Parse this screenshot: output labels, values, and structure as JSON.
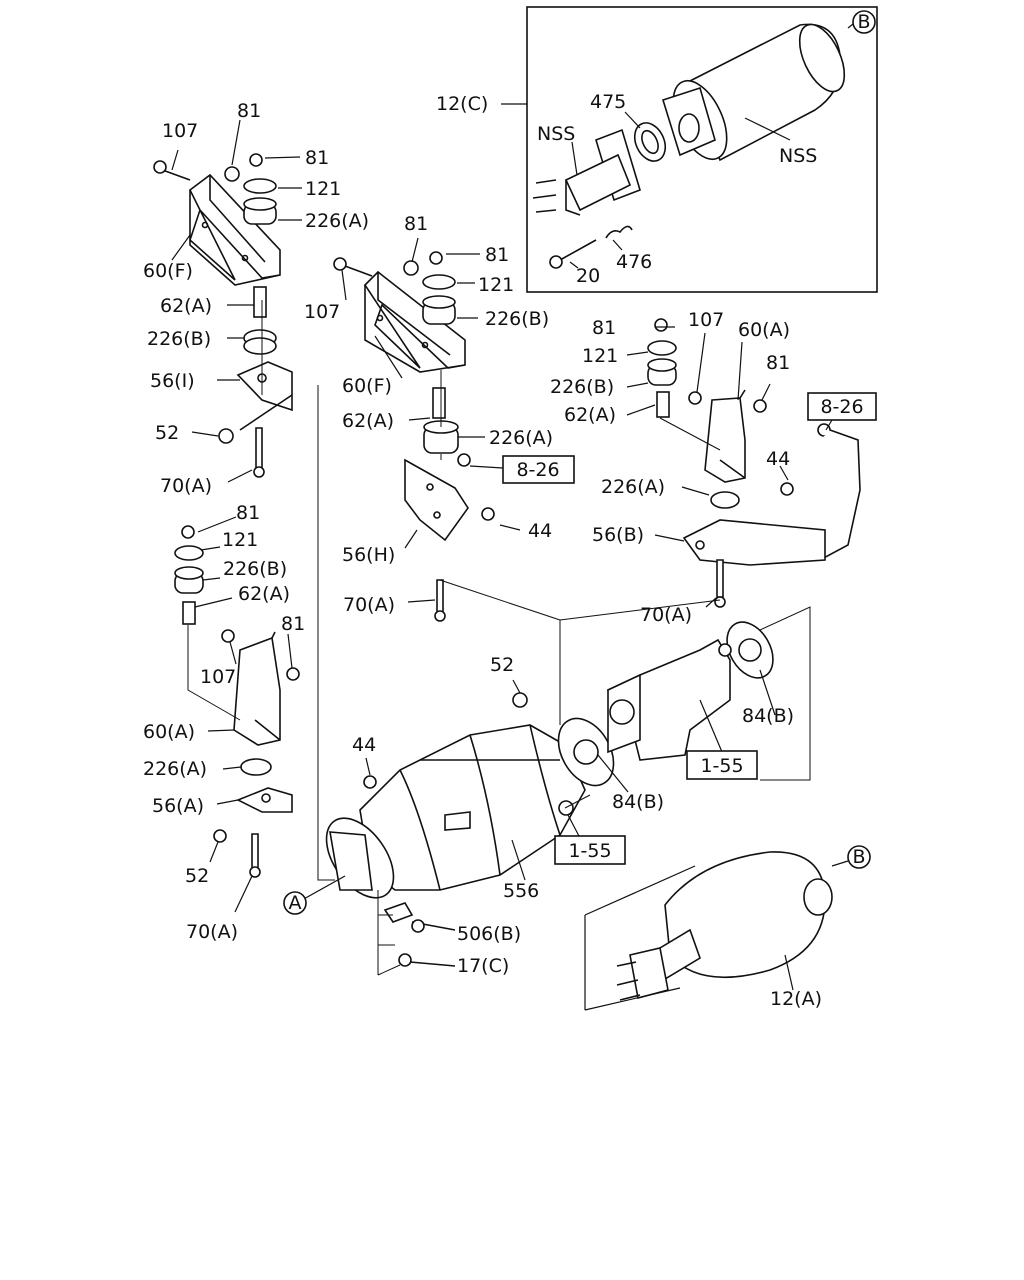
{
  "labels": {
    "l12c": "12(C)",
    "lnss1": "NSS",
    "lnss2": "NSS",
    "l475": "475",
    "l476": "476",
    "l20": "20",
    "l107a": "107",
    "l81a": "81",
    "l81b": "81",
    "l121a": "121",
    "l226aa": "226(A)",
    "l60fa": "60(F)",
    "l62aa": "62(A)",
    "l226ba": "226(B)",
    "l56i": "56(I)",
    "l52a": "52",
    "l70aa": "70(A)",
    "l81c": "81",
    "l81d": "81",
    "l107b": "107",
    "l121b": "121",
    "l226bb": "226(B)",
    "l60fb": "60(F)",
    "l62ab": "62(A)",
    "l226ab": "226(A)",
    "l56h": "56(H)",
    "l44a": "44",
    "l70ab": "70(A)",
    "l81e": "81",
    "l107c": "107",
    "l60aa": "60(A)",
    "l121c": "121",
    "l81f": "81",
    "l226bc": "226(B)",
    "l62ac": "62(A)",
    "l226ac": "226(A)",
    "l44b": "44",
    "l56b": "56(B)",
    "l70ac": "70(A)",
    "l81g": "81",
    "l121d": "121",
    "l226bd": "226(B)",
    "l62ad": "62(A)",
    "l81h": "81",
    "l107d": "107",
    "l60ab": "60(A)",
    "l226ad": "226(A)",
    "l56a": "56(A)",
    "l52b": "52",
    "l70ad": "70(A)",
    "l52c": "52",
    "l44c": "44",
    "l84ba": "84(B)",
    "l84bb": "84(B)",
    "l556": "556",
    "l506b": "506(B)",
    "l17c": "17(C)",
    "l12a": "12(A)"
  },
  "refs": {
    "r826a": "8-26",
    "r826b": "8-26",
    "r155a": "1-55",
    "r155b": "1-55"
  },
  "circles": {
    "cb1": "B",
    "cb2": "B",
    "ca": "A"
  }
}
